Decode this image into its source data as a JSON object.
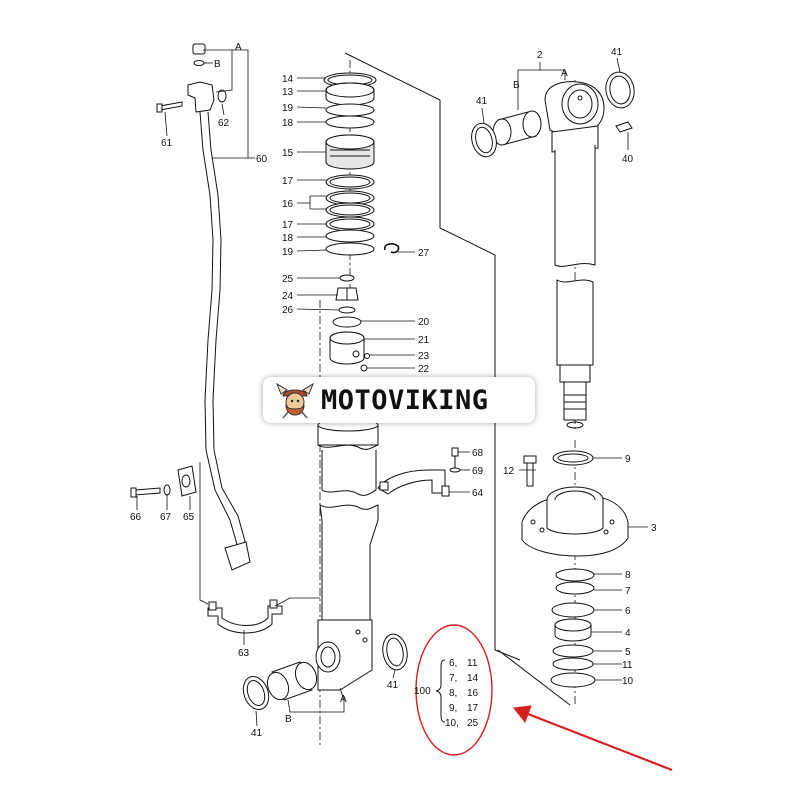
{
  "brand": {
    "name": "MOTOVIKING",
    "logo_icon": "viking-mascot-icon"
  },
  "callouts": {
    "c14": "14",
    "c13": "13",
    "c19a": "19",
    "c18a": "18",
    "c15": "15",
    "c17a": "17",
    "c16": "16",
    "c17b": "17",
    "c18b": "18",
    "c19b": "19",
    "c27": "27",
    "c25": "25",
    "c24": "24",
    "c26": "26",
    "c20": "20",
    "c21": "21",
    "c23": "23",
    "c22": "22",
    "c68": "68",
    "c69": "69",
    "c64": "64",
    "c61": "61",
    "c62": "62",
    "c60": "60",
    "c66": "66",
    "c67": "67",
    "c65": "65",
    "c63": "63",
    "c41_bl": "41",
    "c41_bm": "41",
    "c2": "2",
    "c41_tl": "41",
    "c41_tr": "41",
    "c40": "40",
    "c9": "9",
    "c12": "12",
    "c3": "3",
    "c8": "8",
    "c7": "7",
    "c6": "6",
    "c4": "4",
    "c5": "5",
    "c11": "11",
    "c10": "10",
    "letter_a_top": "A",
    "letter_b_top": "B",
    "letter_a_rod": "A",
    "letter_b_rod": "B",
    "letter_a_bot": "A",
    "letter_b_bot": "B"
  },
  "seal_kit": {
    "kit_number": "100",
    "rows": [
      {
        "left": "6,",
        "right": "11"
      },
      {
        "left": "7,",
        "right": "14"
      },
      {
        "left": "8,",
        "right": "16"
      },
      {
        "left": "9,",
        "right": "17"
      },
      {
        "left": "10,",
        "right": "25"
      }
    ],
    "highlight_color": "#d62020"
  },
  "colors": {
    "line": "#111111",
    "highlight": "#d62020",
    "background": "#ffffff"
  }
}
